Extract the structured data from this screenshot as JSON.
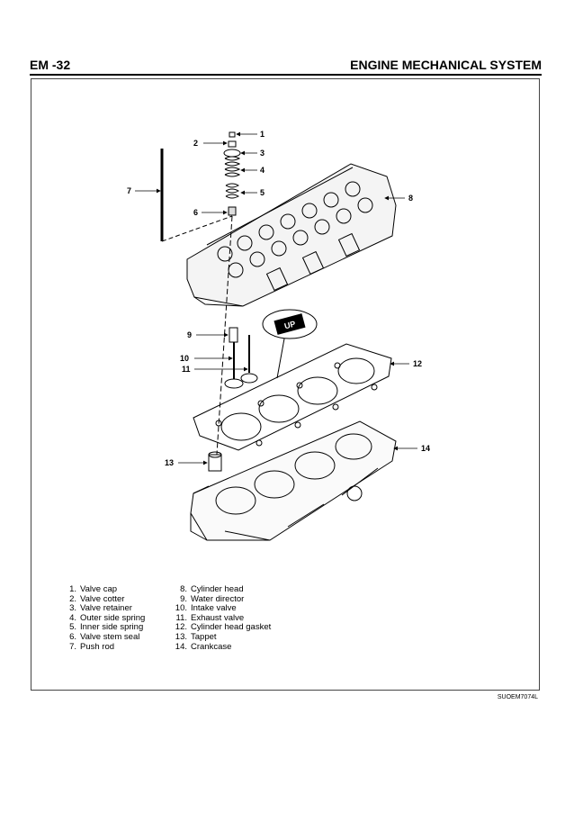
{
  "header": {
    "page_number": "EM -32",
    "section_title": "ENGINE MECHANICAL SYSTEM"
  },
  "callouts": [
    "1",
    "2",
    "3",
    "4",
    "5",
    "6",
    "7",
    "8",
    "9",
    "10",
    "11",
    "12",
    "13",
    "14"
  ],
  "up_mark": "UP",
  "legend": {
    "left": [
      {
        "num": "1.",
        "label": "Valve cap"
      },
      {
        "num": "2.",
        "label": "Valve cotter"
      },
      {
        "num": "3.",
        "label": "Valve retainer"
      },
      {
        "num": "4.",
        "label": "Outer side spring"
      },
      {
        "num": "5.",
        "label": "Inner side spring"
      },
      {
        "num": "6.",
        "label": "Valve stem seal"
      },
      {
        "num": "7.",
        "label": "Push rod"
      }
    ],
    "right": [
      {
        "num": "8.",
        "label": "Cylinder head"
      },
      {
        "num": "9.",
        "label": "Water director"
      },
      {
        "num": "10.",
        "label": "Intake valve"
      },
      {
        "num": "11.",
        "label": "Exhaust valve"
      },
      {
        "num": "12.",
        "label": "Cylinder head gasket"
      },
      {
        "num": "13.",
        "label": "Tappet"
      },
      {
        "num": "14.",
        "label": "Crankcase"
      }
    ]
  },
  "figure_code": "SUOEM7074L"
}
